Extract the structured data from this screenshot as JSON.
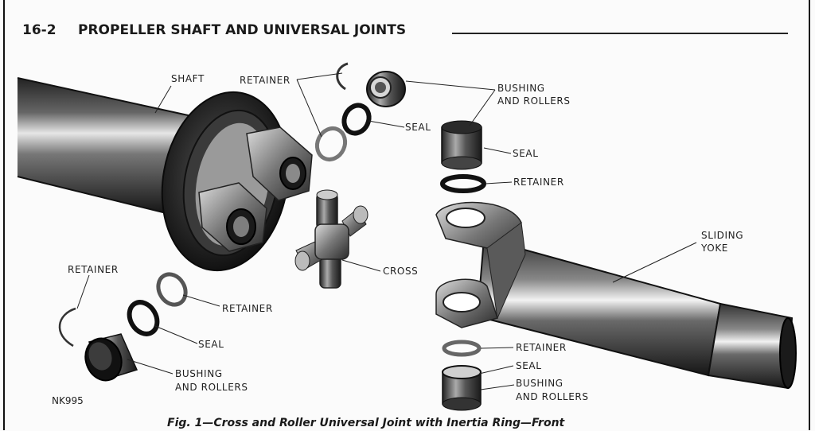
{
  "header": {
    "page_number": "16-2",
    "title": "PROPELLER SHAFT AND UNIVERSAL JOINTS"
  },
  "labels": {
    "shaft": "SHAFT",
    "retainer_top": "RETAINER",
    "bushing_top_1": "BUSHING",
    "bushing_top_2": "AND ROLLERS",
    "seal_top": "SEAL",
    "seal_right": "SEAL",
    "retainer_right": "RETAINER",
    "sliding_1": "SLIDING",
    "sliding_2": "YOKE",
    "cross": "CROSS",
    "retainer_left": "RETAINER",
    "retainer_mid": "RETAINER",
    "seal_left": "SEAL",
    "bushing_left_1": "BUSHING",
    "bushing_left_2": "AND ROLLERS",
    "retainer_bottom": "RETAINER",
    "seal_bottom": "SEAL",
    "bushing_bottom_1": "BUSHING",
    "bushing_bottom_2": "AND ROLLERS"
  },
  "figure_code": "NK995",
  "caption": "Fig. 1—Cross and Roller Universal Joint with Inertia Ring—Front"
}
